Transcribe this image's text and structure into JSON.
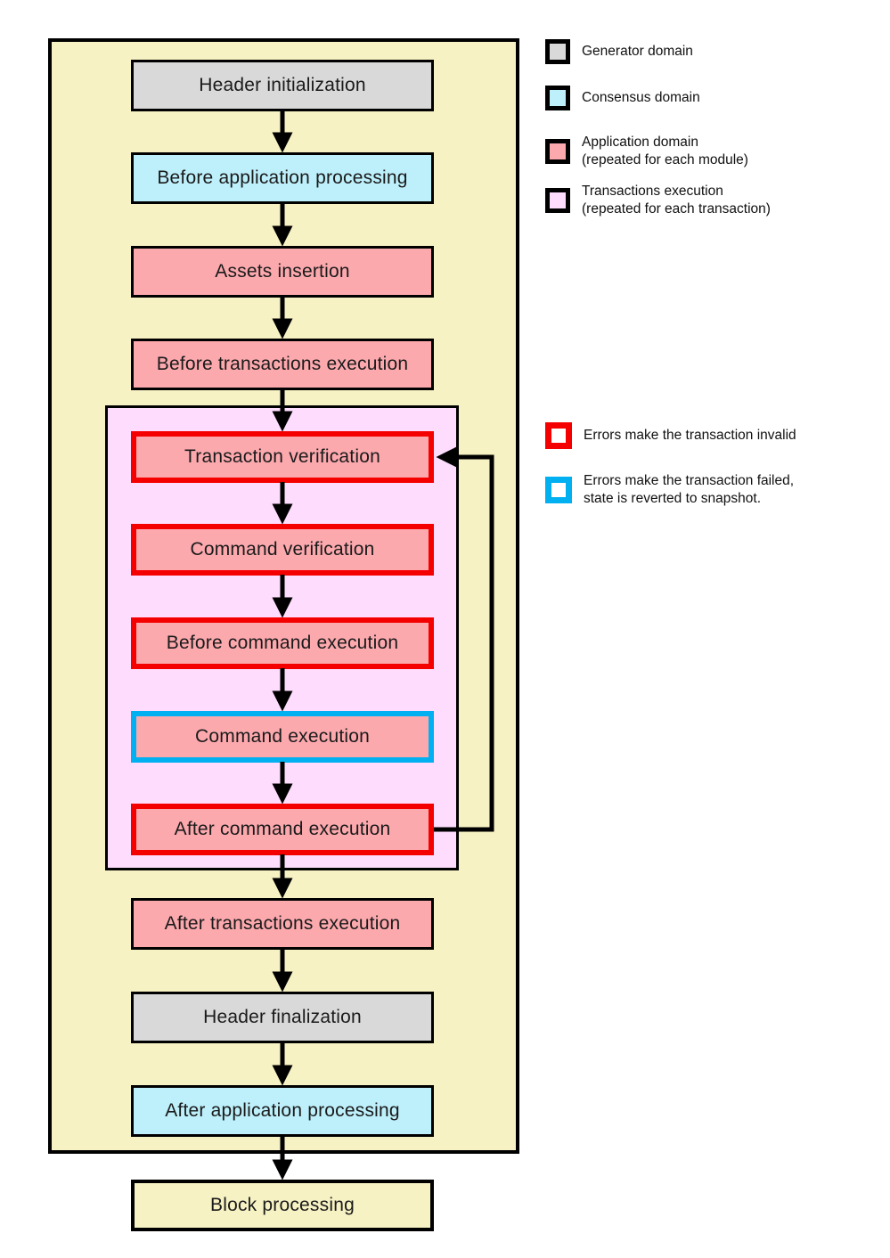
{
  "diagram": {
    "steps": [
      {
        "label": "Header initialization",
        "domain": "generator"
      },
      {
        "label": "Before application processing",
        "domain": "consensus"
      },
      {
        "label": "Assets insertion",
        "domain": "application"
      },
      {
        "label": "Before transactions execution",
        "domain": "application"
      },
      {
        "label": "Transaction verification",
        "domain": "application",
        "error_outline": "red"
      },
      {
        "label": "Command verification",
        "domain": "application",
        "error_outline": "red"
      },
      {
        "label": "Before command execution",
        "domain": "application",
        "error_outline": "red"
      },
      {
        "label": "Command execution",
        "domain": "application",
        "error_outline": "cyan"
      },
      {
        "label": "After command execution",
        "domain": "application",
        "error_outline": "red"
      },
      {
        "label": "After transactions execution",
        "domain": "application"
      },
      {
        "label": "Header finalization",
        "domain": "generator"
      },
      {
        "label": "After application processing",
        "domain": "consensus"
      },
      {
        "label": "Block processing",
        "domain": "block"
      }
    ],
    "legend_domains": [
      {
        "label": "Generator domain",
        "label2": ""
      },
      {
        "label": "Consensus domain",
        "label2": ""
      },
      {
        "label": "Application domain",
        "label2": "(repeated for each module)"
      },
      {
        "label": "Transactions execution",
        "label2": "(repeated for each transaction)"
      }
    ],
    "legend_errors": [
      {
        "label": "Errors make the transaction invalid",
        "label2": ""
      },
      {
        "label": "Errors make the transaction failed,",
        "label2": "state is reverted to snapshot."
      }
    ],
    "colors": {
      "app_domain_container_fill": "#F7F2C4",
      "transactions_container_fill": "#FEDCFD",
      "generator_fill": "#D9D9D9",
      "consensus_fill": "#BEF0FB",
      "application_fill": "#FCA9AE",
      "error_invalid_outline": "#F50000",
      "error_failed_outline": "#00B0F0",
      "outline": "#000000"
    }
  }
}
